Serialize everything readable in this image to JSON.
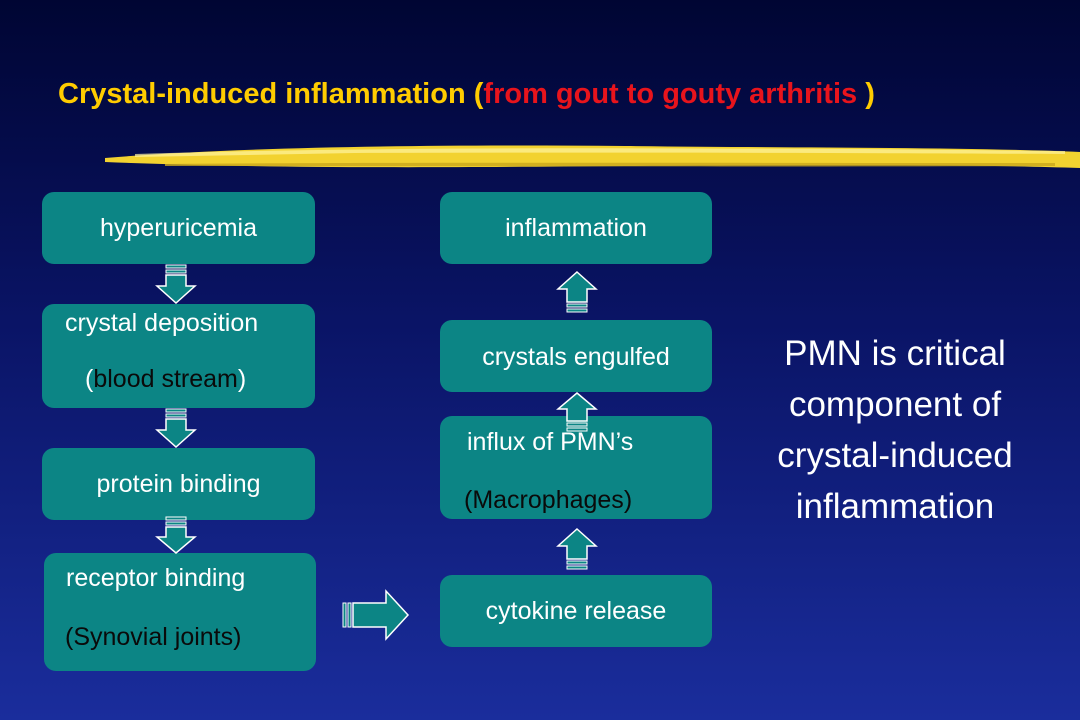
{
  "title": {
    "main": "Crystal-induced  inflammation",
    "paren_open": "(",
    "sub": "from gout to gouty arthritis",
    "paren_close": ")"
  },
  "left_column": {
    "hyperuricemia": "hyperuricemia",
    "crystal_deposition": "crystal deposition",
    "blood_stream_open": "(",
    "blood_stream": "blood stream",
    "blood_stream_close": ")",
    "protein_binding": "protein binding",
    "receptor_binding": "receptor binding",
    "synovial_open": "(",
    "synovial": "Synovial joints",
    "synovial_close": ")"
  },
  "right_column": {
    "inflammation": "inflammation",
    "crystals_engulfed": "crystals engulfed",
    "influx": "influx of PMN’s",
    "macrophages_open": "(",
    "macrophages": "Macrophages",
    "macrophages_close": ")",
    "cytokine_release": "cytokine release"
  },
  "side_note": [
    "PMN is critical",
    "component of",
    "crystal-induced",
    "inflammation"
  ],
  "colors": {
    "box_fill": "#0c8585",
    "arrow_fill": "#0c8585",
    "title_yellow": "#ffcc00",
    "title_red": "#e8141c",
    "brush": "#f2d230"
  }
}
